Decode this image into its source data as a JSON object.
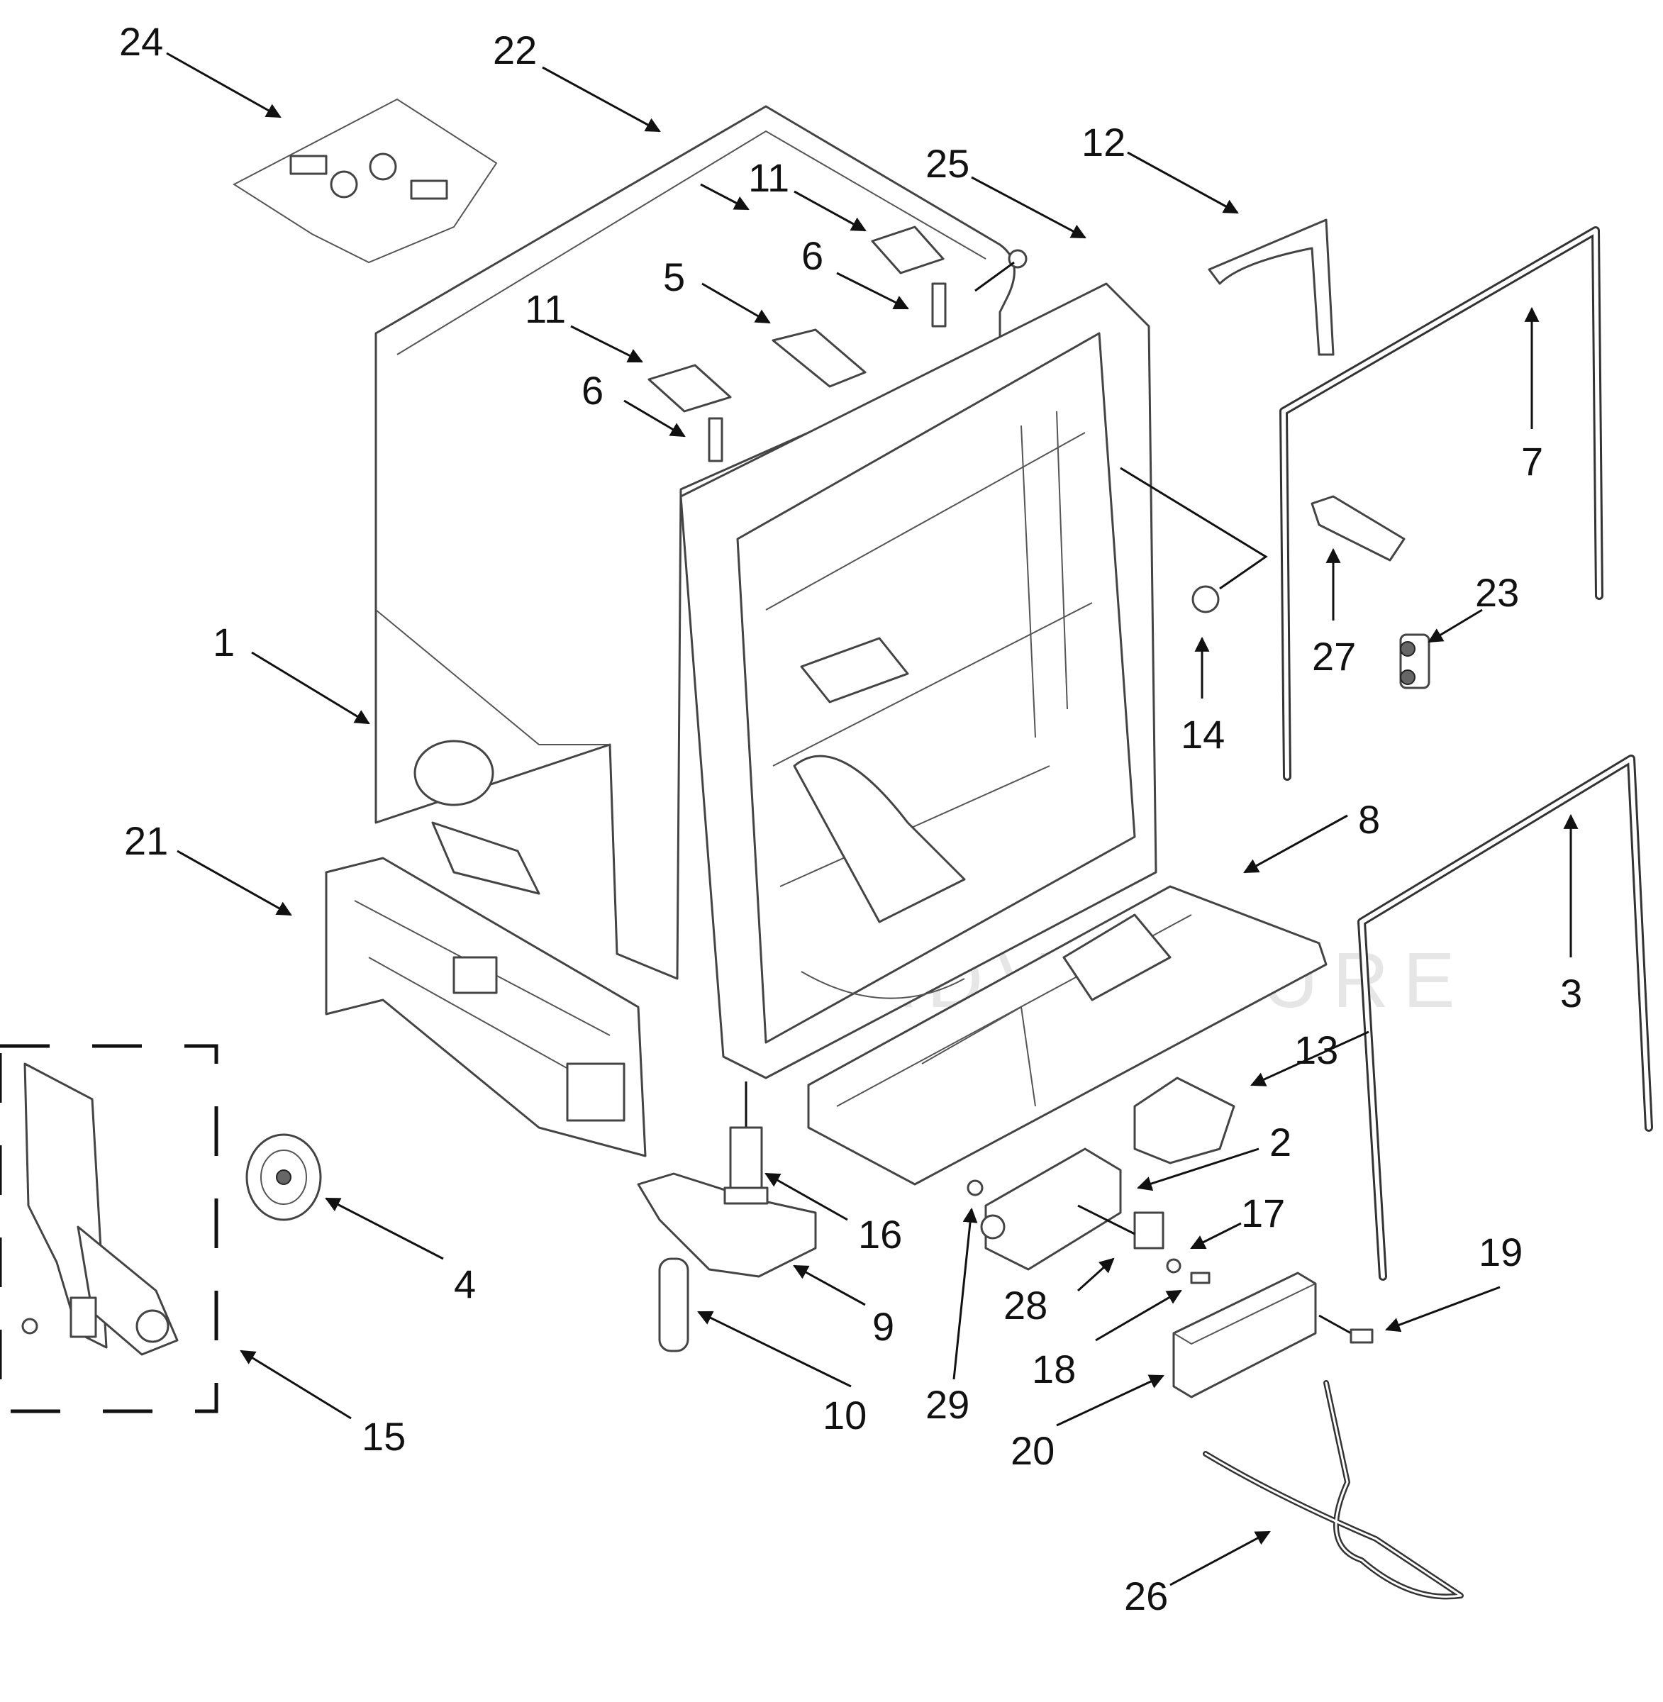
{
  "diagram": {
    "type": "exploded-parts-diagram",
    "watermark": "EADVENTURE",
    "callouts": [
      {
        "id": "c1",
        "label": "1"
      },
      {
        "id": "c2",
        "label": "2"
      },
      {
        "id": "c3",
        "label": "3"
      },
      {
        "id": "c4",
        "label": "4"
      },
      {
        "id": "c5",
        "label": "5"
      },
      {
        "id": "c6a",
        "label": "6"
      },
      {
        "id": "c6b",
        "label": "6"
      },
      {
        "id": "c7",
        "label": "7"
      },
      {
        "id": "c8",
        "label": "8"
      },
      {
        "id": "c9",
        "label": "9"
      },
      {
        "id": "c10",
        "label": "10"
      },
      {
        "id": "c11a",
        "label": "11"
      },
      {
        "id": "c11b",
        "label": "11"
      },
      {
        "id": "c12",
        "label": "12"
      },
      {
        "id": "c13",
        "label": "13"
      },
      {
        "id": "c14",
        "label": "14"
      },
      {
        "id": "c15",
        "label": "15"
      },
      {
        "id": "c16",
        "label": "16"
      },
      {
        "id": "c17",
        "label": "17"
      },
      {
        "id": "c18",
        "label": "18"
      },
      {
        "id": "c19",
        "label": "19"
      },
      {
        "id": "c20",
        "label": "20"
      },
      {
        "id": "c21",
        "label": "21"
      },
      {
        "id": "c22",
        "label": "22"
      },
      {
        "id": "c23",
        "label": "23"
      },
      {
        "id": "c24",
        "label": "24"
      },
      {
        "id": "c25",
        "label": "25"
      },
      {
        "id": "c26",
        "label": "26"
      },
      {
        "id": "c27",
        "label": "27"
      },
      {
        "id": "c28",
        "label": "28"
      },
      {
        "id": "c29",
        "label": "29"
      }
    ]
  }
}
